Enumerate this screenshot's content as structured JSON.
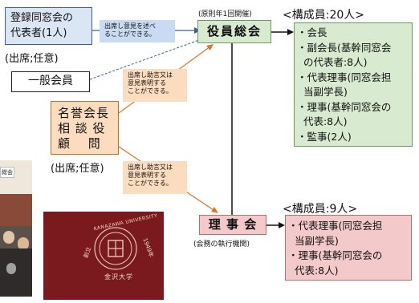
{
  "diagram": {
    "rep_box": [
      "登録同窓会の",
      "代表者(1人)"
    ],
    "rep_attend": "(出席;任意)",
    "rep_note": [
      "出席し意見を述べ",
      "ることができる。"
    ],
    "general_member": "一般会員",
    "honorary_box": [
      "名誉会長",
      "相 談 役",
      "顧　 問"
    ],
    "honorary_attend": "(出席;任意)",
    "honorary_note_top": [
      "出席し助言又は",
      "意見表明する",
      "ことができる。"
    ],
    "honorary_note_bottom": [
      "出席し助言又は",
      "意見表明する",
      "ことができる。"
    ],
    "officers_meeting": {
      "caption": "(原則年1回開催)",
      "title": "役員総会",
      "members_header": "<構成員:20人>",
      "members": [
        "・会長",
        "・副会長(基幹同窓会",
        "  の代表者:8人)",
        "・代表理事(同窓会担",
        "  当副学長)",
        "・理事(基幹同窓会の",
        "  代表:8人)",
        "・監事(2人)"
      ]
    },
    "board": {
      "title": "理 事 会",
      "caption": "(会務の執行機関)",
      "members_header": "<構成員:9人>",
      "members": [
        "・代表理事(同窓会担",
        "  当副学長)",
        "・理事(基幹同窓会の",
        "  代表:8人)"
      ]
    },
    "photo_label": "総会",
    "flag_text": {
      "arc": "KANAZAWA UNIVERSITY",
      "year_right": "1949年",
      "year_left": "創立",
      "bottom": "金沢大学"
    },
    "colors": {
      "blue_border": "#3a5e95",
      "orange_fill": "#fbdcbf",
      "green_fill": "#d8ead0",
      "pink_fill": "#f3c9c9",
      "flag_red": "#7a1a1e"
    }
  }
}
